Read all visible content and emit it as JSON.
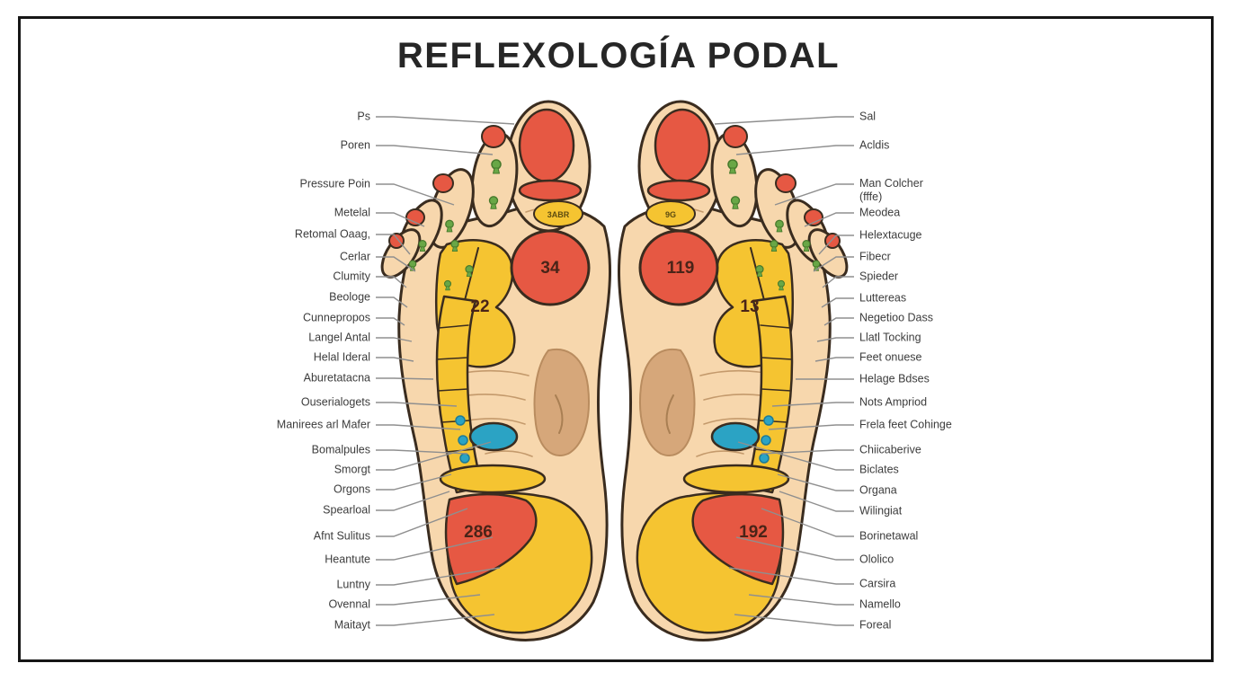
{
  "title": "REFLEXOLOGÍA PODAL",
  "labels_left": [
    "Ps",
    "Poren",
    "Pressure Poin",
    "Metelal",
    "Retomal Oaag,",
    "Cerlar",
    "Clumity",
    "Beologe",
    "Cunnepropos",
    "Langel Antal",
    "Helal Ideral",
    "Aburetatacna",
    "Ouserialogets",
    "Manirees arl Mafer",
    "Bomalpules",
    "Smorgt",
    "Orgons",
    "Spearloal",
    "Afnt Sulitus",
    "Heantute",
    "Luntny",
    "Ovennal",
    "Maitayt"
  ],
  "labels_right": [
    "Sal",
    "Acldis",
    "Man Colcher\n(fffe)",
    "Meodea",
    "Helextacuge",
    "Fibecr",
    "Spieder",
    "Luttereas",
    "Negetioo Dass",
    "Llatl Tocking",
    "Feet onuese",
    "Helage Bdses",
    "Nots Ampriod",
    "Frela feet Cohinge",
    "Chiicaberive",
    "Biclates",
    "Organa",
    "Wilingiat",
    "Borinetawal",
    "Ololico",
    "Carsira",
    "Namello",
    "Foreal"
  ],
  "left_foot": {
    "ball_number": "34",
    "mid_number": "22",
    "heel_number": "286",
    "toe_badge": "3ABR"
  },
  "right_foot": {
    "ball_number": "119",
    "mid_number": "13",
    "heel_number": "192",
    "toe_badge": "9G"
  },
  "colors": {
    "red": "#e65843",
    "yellow": "#f5c431",
    "teal": "#2ba3c4",
    "skin": "#f7d7ad",
    "tan": "#d6a77a",
    "outline": "#3a2c1f",
    "green": "#69a746"
  }
}
